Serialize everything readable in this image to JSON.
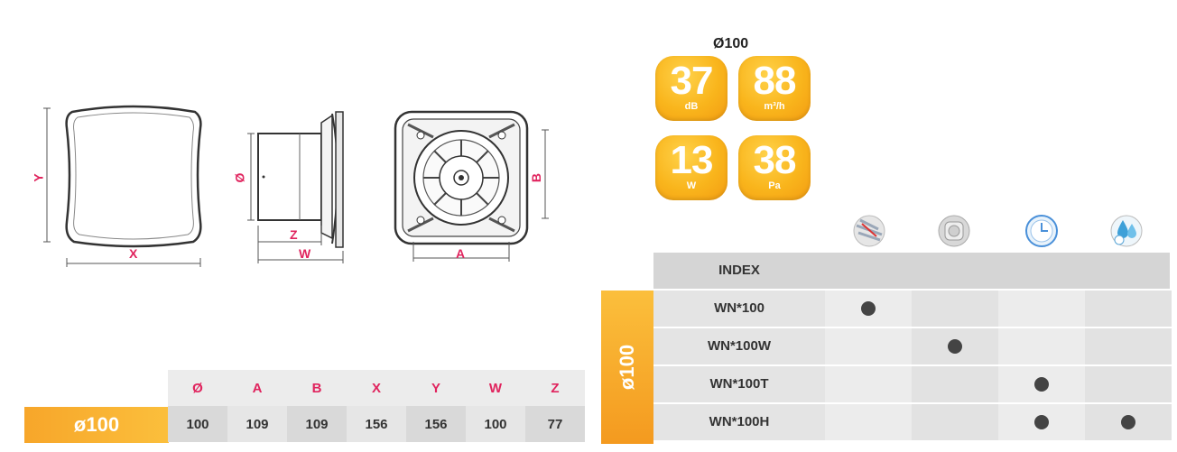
{
  "drawing_labels": {
    "front": {
      "x": "X",
      "y": "Y"
    },
    "side": {
      "diameter": "Ø",
      "z": "Z",
      "w": "W"
    },
    "back": {
      "a": "A",
      "b": "B"
    }
  },
  "specs": {
    "size_label": "Ø100",
    "badges": [
      {
        "value": "37",
        "unit": "dB"
      },
      {
        "value": "88",
        "unit": "m³/h"
      },
      {
        "value": "13",
        "unit": "W"
      },
      {
        "value": "38",
        "unit": "Pa"
      }
    ]
  },
  "dimension_table": {
    "row_label": "ø100",
    "headers": [
      "Ø",
      "A",
      "B",
      "X",
      "Y",
      "W",
      "Z"
    ],
    "values": [
      "100",
      "109",
      "109",
      "156",
      "156",
      "100",
      "77"
    ]
  },
  "index_table": {
    "side_label": "ø100",
    "header_label": "INDEX",
    "feature_icons": [
      "standard-icon",
      "shutter-icon",
      "timer-icon",
      "humidity-icon"
    ],
    "rows": [
      {
        "name": "WN*100",
        "marks": [
          true,
          false,
          false,
          false
        ]
      },
      {
        "name": "WN*100W",
        "marks": [
          false,
          true,
          false,
          false
        ]
      },
      {
        "name": "WN*100T",
        "marks": [
          false,
          false,
          true,
          false
        ]
      },
      {
        "name": "WN*100H",
        "marks": [
          false,
          false,
          true,
          true
        ]
      }
    ]
  },
  "colors": {
    "accent_orange": "#f9b51c",
    "dimension_pink": "#e0245e",
    "dot": "#444444"
  }
}
